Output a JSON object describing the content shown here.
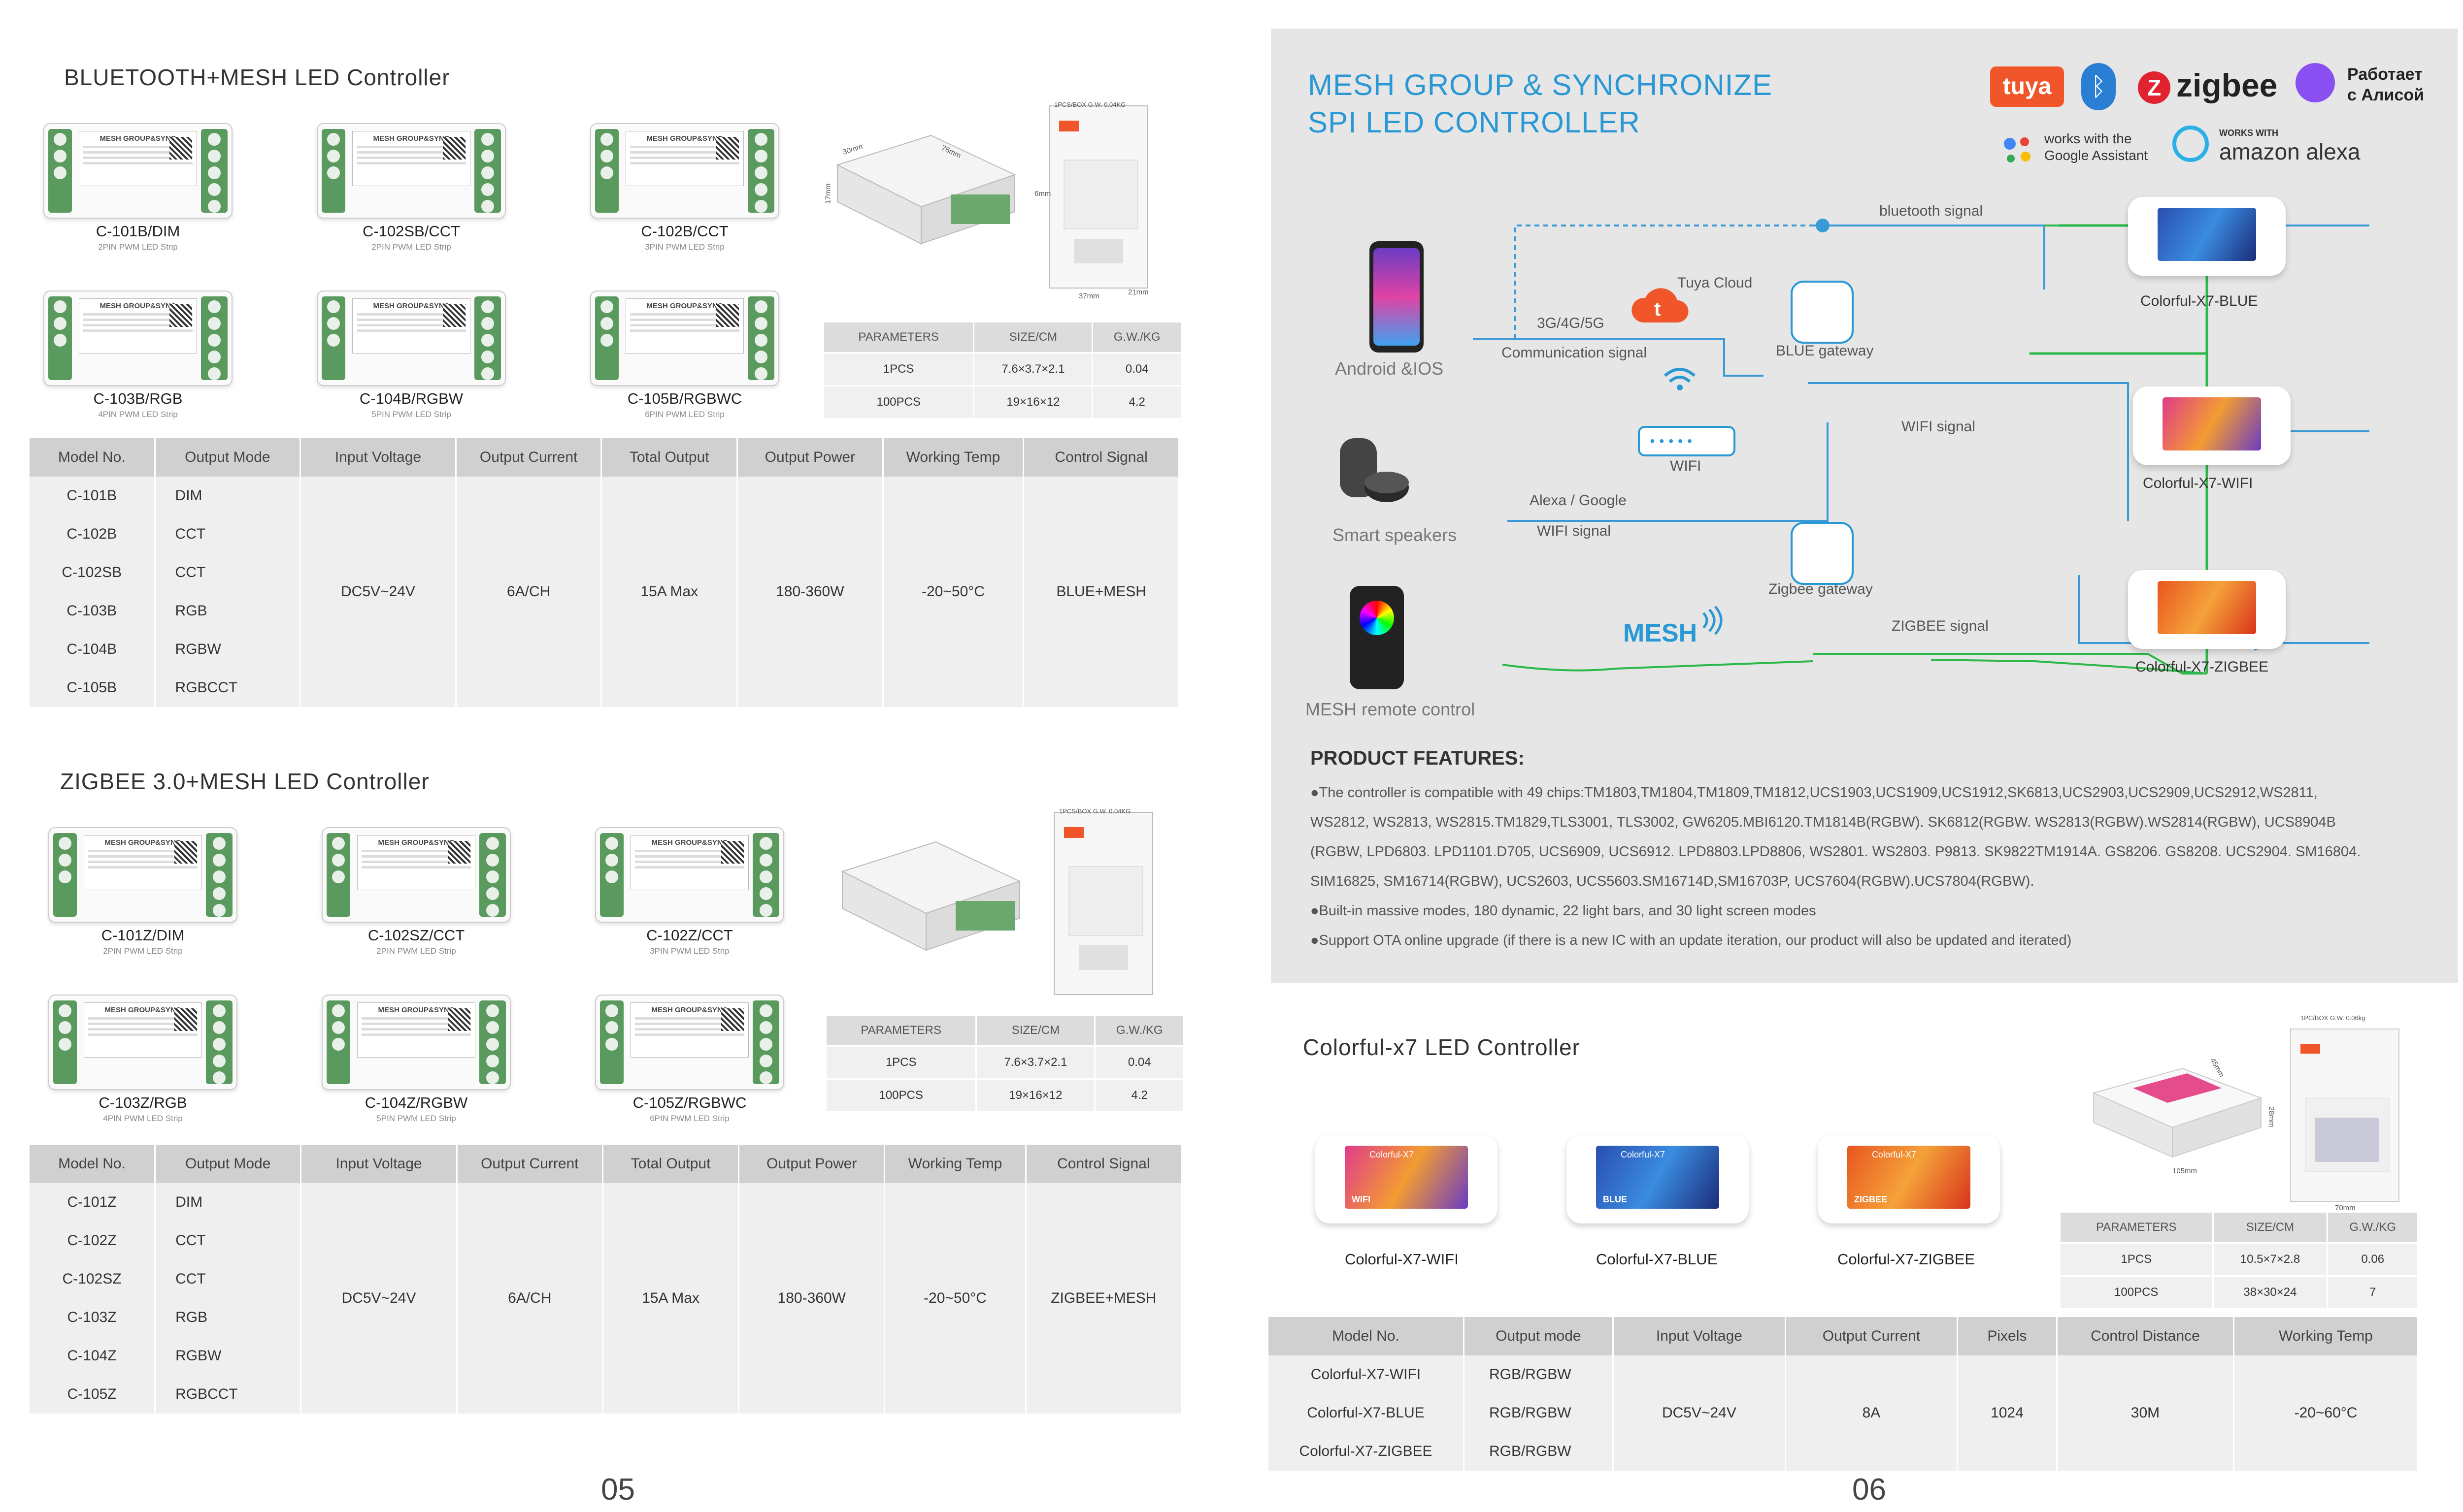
{
  "left": {
    "bt_title": "BLUETOOTH+MESH LED Controller",
    "bt_products": [
      {
        "name": "C-101B/DIM",
        "sub": "2PIN PWM LED Strip"
      },
      {
        "name": "C-102SB/CCT",
        "sub": "2PIN PWM LED Strip"
      },
      {
        "name": "C-102B/CCT",
        "sub": "3PIN PWM LED Strip"
      },
      {
        "name": "C-103B/RGB",
        "sub": "4PIN PWM LED Strip"
      },
      {
        "name": "C-104B/RGBW",
        "sub": "5PIN PWM LED Strip"
      },
      {
        "name": "C-105B/RGBWC",
        "sub": "6PIN PWM LED Strip"
      }
    ],
    "device_label": "MESH GROUP&SYNC",
    "box_tag": "1PCS/BOX G.W. 0.04KG",
    "bt_dims": {
      "a": "30mm",
      "b": "76mm",
      "c": "17mm",
      "d": "6mm",
      "e": "37mm",
      "f": "21mm"
    },
    "param_table": {
      "headers": [
        "PARAMETERS",
        "SIZE/CM",
        "G.W./KG"
      ],
      "rows": [
        [
          "1PCS",
          "7.6×3.7×2.1",
          "0.04"
        ],
        [
          "100PCS",
          "19×16×12",
          "4.2"
        ]
      ]
    },
    "spec_headers": [
      "Model No.",
      "Output Mode",
      "Input Voltage",
      "Output Current",
      "Total Output",
      "Output Power",
      "Working Temp",
      "Control Signal"
    ],
    "bt_models": [
      "C-101B",
      "C-102B",
      "C-102SB",
      "C-103B",
      "C-104B",
      "C-105B"
    ],
    "modes": [
      "DIM",
      "CCT",
      "CCT",
      "RGB",
      "RGBW",
      "RGBCCT"
    ],
    "voltage": "DC5V~24V",
    "current": "6A/CH",
    "total": "15A Max",
    "power": "180-360W",
    "temp": "-20~50°C",
    "bt_signal": "BLUE+MESH",
    "zb_title": "ZIGBEE 3.0+MESH LED Controller",
    "zb_products": [
      {
        "name": "C-101Z/DIM",
        "sub": "2PIN PWM LED Strip"
      },
      {
        "name": "C-102SZ/CCT",
        "sub": "2PIN PWM LED Strip"
      },
      {
        "name": "C-102Z/CCT",
        "sub": "3PIN PWM LED Strip"
      },
      {
        "name": "C-103Z/RGB",
        "sub": "4PIN PWM LED Strip"
      },
      {
        "name": "C-104Z/RGBW",
        "sub": "5PIN PWM LED Strip"
      },
      {
        "name": "C-105Z/RGBWC",
        "sub": "6PIN PWM LED Strip"
      }
    ],
    "zb_box_tag": "1PCS/BOX G.W. 0.04KG",
    "zb_models": [
      "C-101Z",
      "C-102Z",
      "C-102SZ",
      "C-103Z",
      "C-104Z",
      "C-105Z"
    ],
    "zb_signal": "ZIGBEE+MESH",
    "page_number": "05"
  },
  "right": {
    "title_line1": "MESH GROUP & SYNCHRONIZE",
    "title_line2": "SPI LED CONTROLLER",
    "logos": {
      "tuya": "tuya",
      "zigbee": "zigbee",
      "alice_1": "Работает",
      "alice_2": "с Алисой",
      "google_1": "works with the",
      "google_2": "Google Assistant",
      "alexa_1": "WORKS WITH",
      "alexa_2": "amazon alexa"
    },
    "diagram": {
      "android": "Android &IOS",
      "speakers": "Smart speakers",
      "remote": "MESH remote control",
      "cloud": "Tuya Cloud",
      "cellular": "3G/4G/5G",
      "comm": "Communication signal",
      "wifi": "WIFI",
      "alexa_google": "Alexa / Google",
      "wifi_signal_left": "WIFI signal",
      "mesh": "MESH",
      "bluetooth_signal": "bluetooth  signal",
      "blue_gateway": "BLUE gateway",
      "wifi_signal": "WIFI signal",
      "zigbee_gateway": "Zigbee gateway",
      "zigbee_signal": "ZIGBEE signal",
      "out_blue": "Colorful-X7-BLUE",
      "out_wifi": "Colorful-X7-WIFI",
      "out_zigbee": "Colorful-X7-ZIGBEE"
    },
    "features_title": "PRODUCT FEATURES:",
    "features": [
      "●The controller is compatible with 49 chips:TM1803,TM1804,TM1809,TM1812,UCS1903,UCS1909,UCS1912,SK6813,UCS2903,UCS2909,UCS2912,WS2811,",
      "WS2812, WS2813, WS2815.TM1829,TLS3001, TLS3002, GW6205.MBI6120.TM1814B(RGBW). SK6812(RGBW. WS2813(RGBW).WS2814(RGBW), UCS8904B",
      "(RGBW, LPD6803. LPD1101.D705, UCS6909, UCS6912. LPD8803.LPD8806, WS2801. WS2803. P9813. SK9822TM1914A. GS8206. GS8208. UCS2904. SM16804.",
      "SIM16825, SM16714(RGBW), UCS2603, UCS5603.SM16714D,SM16703P, UCS7604(RGBW).UCS7804(RGBW).",
      "●Built-in massive modes, 180 dynamic, 22 light bars, and 30 light screen modes",
      "●Support OTA online upgrade (if there is a new IC with an update iteration, our product will also be updated and iterated)"
    ],
    "x7_title": "Colorful-x7 LED Controller",
    "x7_products": [
      "Colorful-X7-WIFI",
      "Colorful-X7-BLUE",
      "Colorful-X7-ZIGBEE"
    ],
    "x7_screen_tags": [
      "WIFI",
      "BLUE",
      "ZIGBEE"
    ],
    "x7_brand": "Colorful-X7",
    "x7_box_tag": "1PC/BOX G.W. 0.06kg",
    "x7_dims": {
      "a": "45mm",
      "b": "105mm",
      "c": "28mm",
      "d": "70mm"
    },
    "x7_param_table": {
      "headers": [
        "PARAMETERS",
        "SIZE/CM",
        "G.W./KG"
      ],
      "rows": [
        [
          "1PCS",
          "10.5×7×2.8",
          "0.06"
        ],
        [
          "100PCS",
          "38×30×24",
          "7"
        ]
      ]
    },
    "x7_spec_headers": [
      "Model No.",
      "Output mode",
      "Input Voltage",
      "Output Current",
      "Pixels",
      "Control Distance",
      "Working Temp"
    ],
    "x7_models": [
      "Colorful-X7-WIFI",
      "Colorful-X7-BLUE",
      "Colorful-X7-ZIGBEE"
    ],
    "x7_modes": [
      "RGB/RGBW",
      "RGB/RGBW",
      "RGB/RGBW"
    ],
    "x7_voltage": "DC5V~24V",
    "x7_current": "8A",
    "x7_pixels": "1024",
    "x7_distance": "30M",
    "x7_temp": "-20~60°C",
    "page_number": "06"
  },
  "colors": {
    "title_blue": "#2a98d4",
    "line_blue": "#3a9ad6",
    "line_green": "#2db84a",
    "panel_gray": "#e6e6e6",
    "tuya_orange": "#f0562a",
    "zigbee_red": "#e1232f"
  }
}
